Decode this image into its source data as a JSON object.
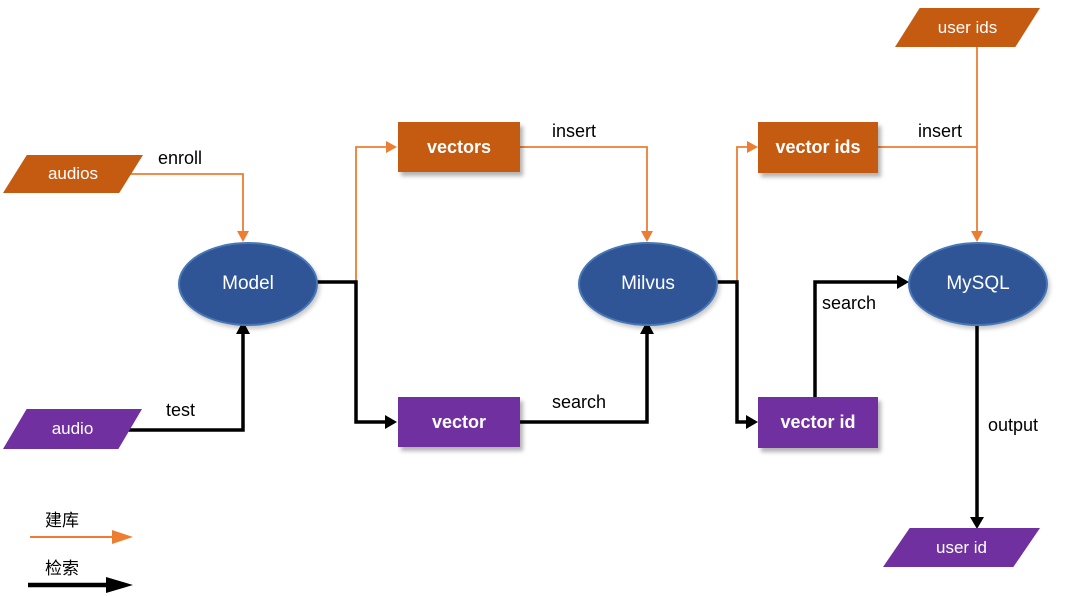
{
  "diagram": {
    "nodes": {
      "audios": "audios",
      "audio": "audio",
      "model": "Model",
      "vectors": "vectors",
      "vector": "vector",
      "milvus": "Milvus",
      "vector_ids": "vector ids",
      "vector_id": "vector id",
      "mysql": "MySQL",
      "user_ids": "user ids",
      "user_id": "user id"
    },
    "edge_labels": {
      "enroll": "enroll",
      "test": "test",
      "insert_vectors": "insert",
      "search_vector": "search",
      "insert_ids": "insert",
      "search_id": "search",
      "output": "output"
    },
    "legend": {
      "build_flow": "建库",
      "search_flow": "检索"
    },
    "colors": {
      "build_node_fill": "#C55A11",
      "search_node_fill": "#7030A0",
      "process_node_fill": "#2F5597",
      "process_node_border": "#4677B6",
      "build_arrow": "#ED7D31",
      "search_arrow": "#000000",
      "label_text": "#000000",
      "node_text": "#FFFFFF"
    }
  }
}
